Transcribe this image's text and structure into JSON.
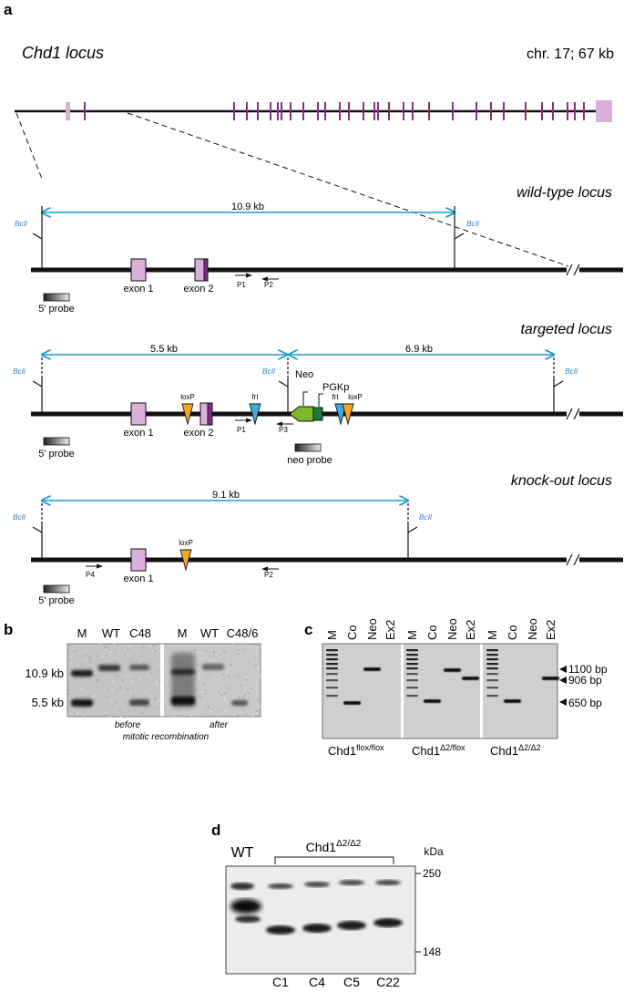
{
  "panel_a": {
    "letter": "a",
    "locus_title": "Chd1 locus",
    "chrom": "chr. 17; 67 kb",
    "wild_type": {
      "title": "wild-type locus",
      "size": "10.9 kb",
      "bcl_left": "BclI",
      "bcl_right": "BclI",
      "exon1": "exon 1",
      "exon2": "exon 2",
      "p1": "P1",
      "p2": "P2",
      "probe": "5' probe"
    },
    "targeted": {
      "title": "targeted locus",
      "size_left": "5.5 kb",
      "size_right": "6.9 kb",
      "bcl_left": "BclI",
      "bcl_mid": "BclI",
      "bcl_right": "BclI",
      "exon1": "exon 1",
      "exon2": "exon 2",
      "loxp_left": "loxP",
      "frt_left": "frt",
      "frt_right": "frt",
      "loxp_right": "loxP",
      "neo": "Neo",
      "pgkp": "PGKp",
      "p1": "P1",
      "p3": "P3",
      "probe": "5' probe",
      "neo_probe": "neo probe"
    },
    "knockout": {
      "title": "knock-out locus",
      "size": "9.1 kb",
      "bcl_left": "BclI",
      "bcl_right": "BclI",
      "exon1": "exon 1",
      "loxp": "loxP",
      "p4": "P4",
      "p2": "P2",
      "probe": "5' probe"
    }
  },
  "panel_b": {
    "letter": "b",
    "lanes_left": [
      "M",
      "WT",
      "C48"
    ],
    "lanes_right": [
      "M",
      "WT",
      "C48/6"
    ],
    "size_upper": "10.9 kb",
    "size_lower": "5.5 kb",
    "caption_before": "before",
    "caption_after": "after",
    "caption_mid": "mitotic recombination"
  },
  "panel_c": {
    "letter": "c",
    "lanes": [
      "M",
      "Co",
      "Neo",
      "Ex2"
    ],
    "genotypes": [
      {
        "base": "Chd1",
        "sup": "flox/flox"
      },
      {
        "base": "Chd1",
        "sup": "Δ2/flox"
      },
      {
        "base": "Chd1",
        "sup": "Δ2/Δ2"
      }
    ],
    "markers": [
      "1100 bp",
      "906 bp",
      "650 bp"
    ]
  },
  "panel_d": {
    "letter": "d",
    "wt": "WT",
    "genotype_base": "Chd1",
    "genotype_sup": "Δ2/Δ2",
    "unit": "kDa",
    "mw_upper": "250",
    "mw_lower": "148",
    "clones": [
      "C1",
      "C4",
      "C5",
      "C22"
    ]
  },
  "colors": {
    "exon_fill": "#d9b0d8",
    "exon_dark": "#8b2a8b",
    "arrow_blue": "#1f9ad6",
    "loxp_orange": "#f5a623",
    "frt_blue": "#3aaee0",
    "neo_green": "#7ab929",
    "pgk_green": "#1f7a3a"
  }
}
